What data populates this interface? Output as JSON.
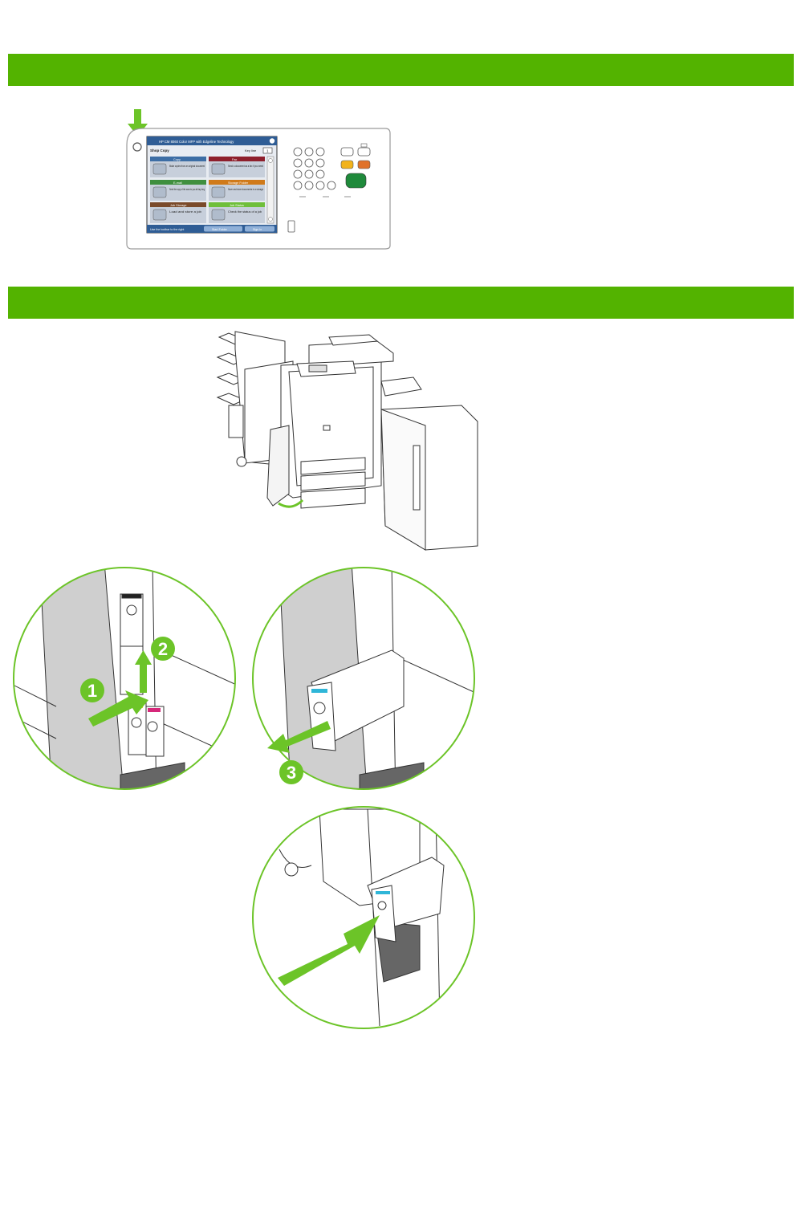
{
  "control_panel": {
    "title_bar": "HP CM 8060 Color MFP with Edgeline Technology",
    "header_left": "Shop Copy",
    "header_right": "Key line",
    "header_count": "1",
    "tiles": [
      {
        "label": "Copy",
        "desc": "Make copies from an original document",
        "color": "#3d6ea5"
      },
      {
        "label": "Fax",
        "desc": "Send a document as a fax if you need",
        "color": "#8e1f2c"
      },
      {
        "label": "E-mail",
        "desc": "Send the copy of the scan to you all day long",
        "color": "#3f8f3f"
      },
      {
        "label": "Storage Folder",
        "desc": "Save and store documents in a storage",
        "color": "#d07a1a"
      },
      {
        "label": "Job Storage",
        "desc": "Load and store a job",
        "color": "#7a4a2a"
      },
      {
        "label": "Job Status",
        "desc": "Check the status of a job",
        "color": "#6fbf3a"
      }
    ],
    "footer_left": "Use the toolbar to the right",
    "footer_mid": "Start Folder",
    "footer_right": "Sign In"
  },
  "steps": {
    "s1": "1",
    "s2": "2",
    "s3": "3"
  },
  "colors": {
    "band": "#53b300",
    "arrow": "#6cc428",
    "cyan": "#2fb6d8",
    "magenta": "#d6287a",
    "yellow": "#f2e21b",
    "black": "#222222"
  }
}
